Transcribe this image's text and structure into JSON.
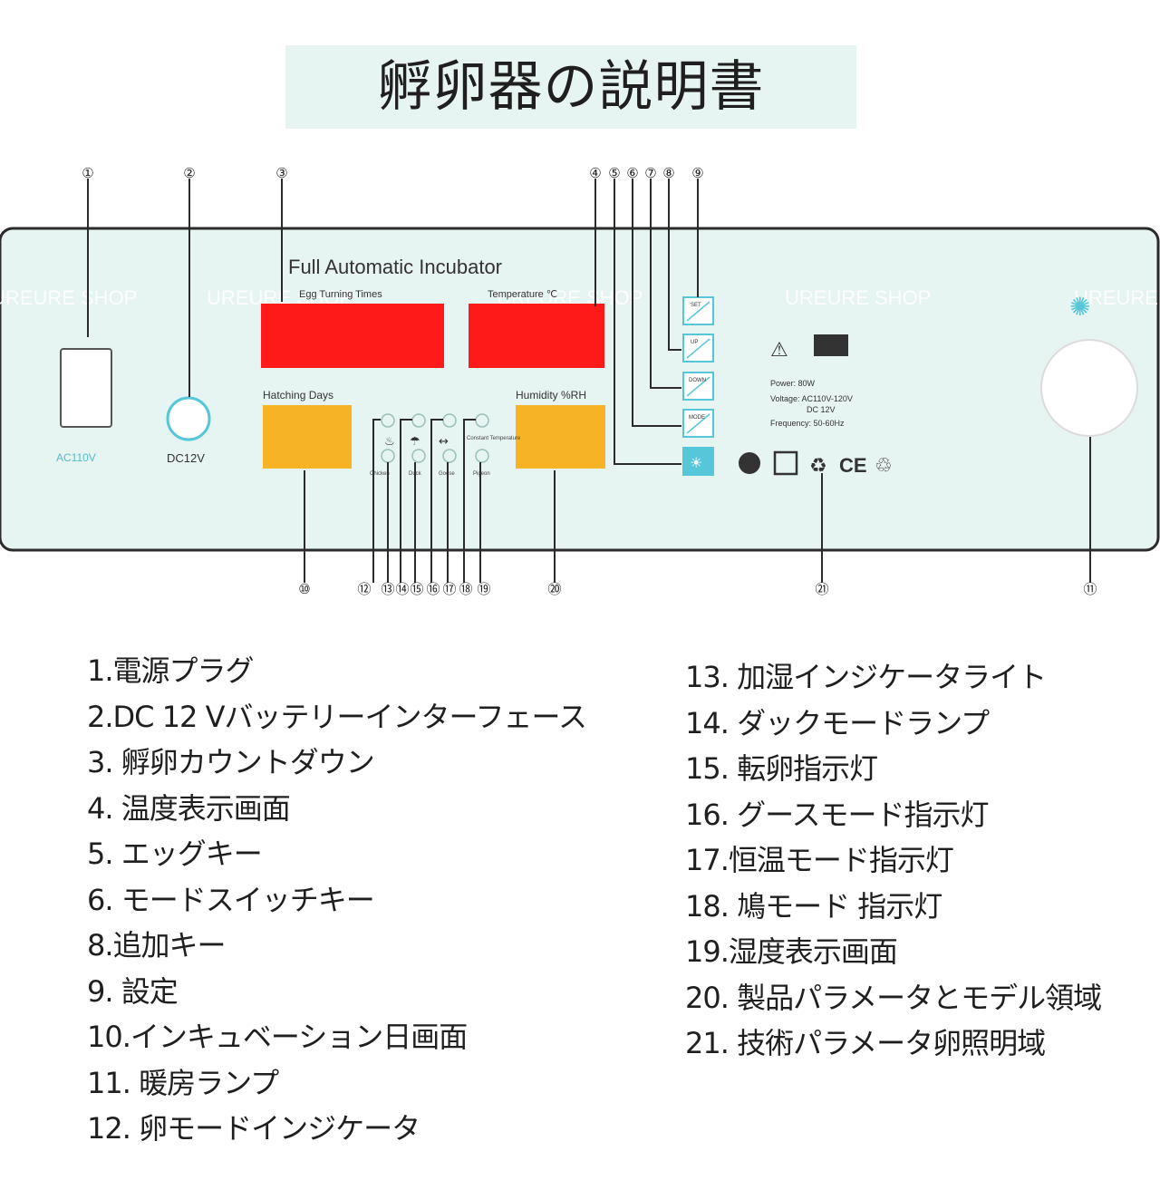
{
  "title": "孵卵器の説明書",
  "panel": {
    "product_name": "Full Automatic Incubator",
    "display_labels": {
      "egg_turning": "Egg Turning Times",
      "temperature": "Temperature ℃",
      "hatching_days": "Hatching Days",
      "humidity": "Humidity %RH"
    },
    "power_label": "AC110V",
    "dc_label": "DC12V",
    "key_labels": [
      "SET",
      "UP",
      "DOWN",
      "MODE"
    ],
    "mode_icon_labels": [
      "Chicken",
      "Duck",
      "Goose",
      "Pigeon",
      "Constant Temperature"
    ],
    "specs": {
      "power": "Power: 80W",
      "voltage": "Voltage: AC110V-120V",
      "dc": "DC 12V",
      "frequency": "Frequency: 50-60Hz"
    },
    "certifications": "CE",
    "watermark": "UREURE SHOP"
  },
  "callouts_top": [
    "①",
    "②",
    "③",
    "④",
    "⑤",
    "⑥",
    "⑦",
    "⑧",
    "⑨"
  ],
  "callouts_bottom": [
    "⑩",
    "⑫",
    "⑬",
    "⑭",
    "⑮",
    "⑯",
    "⑰",
    "⑱",
    "⑲",
    "⑳",
    "㉑",
    "⑪"
  ],
  "legend_left": [
    "1.電源プラグ",
    "2.DC 12 Vバッテリーインターフェース",
    "3. 孵卵カウントダウン",
    "4. 温度表示画面",
    "5. エッグキー",
    "6. モードスイッチキー",
    "8.追加キー",
    "9. 設定",
    "10.インキュベーション日画面",
    "11. 暖房ランプ",
    "12. 卵モードインジケータ"
  ],
  "legend_right": [
    "13. 加湿インジケータライト",
    "14. ダックモードランプ",
    "15. 転卵指示灯",
    "16. グースモード指示灯",
    "17.恒温モード指示灯",
    "18. 鳩モード 指示灯",
    "19.湿度表示画面",
    "20. 製品パラメータとモデル領域",
    "21. 技術パラメータ卵照明域"
  ]
}
